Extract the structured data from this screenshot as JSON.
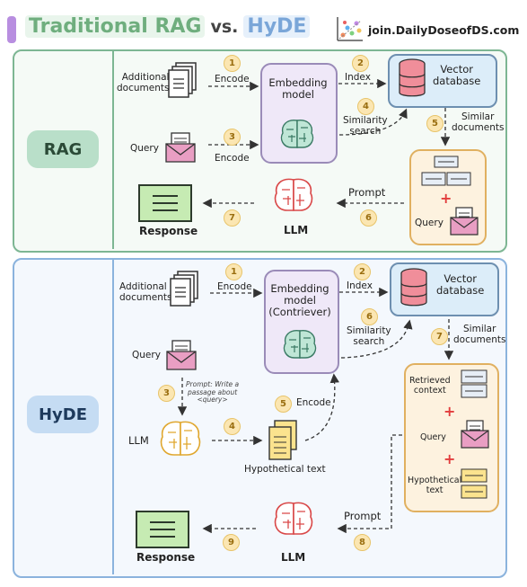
{
  "header": {
    "title_rag": "Traditional RAG",
    "title_vs": "vs.",
    "title_hyde": "HyDE",
    "brand": "join.DailyDoseofDS.com"
  },
  "rag": {
    "badge": "RAG",
    "additional_docs": "Additional\ndocuments",
    "query": "Query",
    "encode1": "Encode",
    "encode3": "Encode",
    "index": "Index",
    "embedding": "Embedding\nmodel",
    "vector": "Vector\ndatabase",
    "similarity": "Similarity\nsearch",
    "similar_docs": "Similar\ndocuments",
    "prompt": "Prompt",
    "llm": "LLM",
    "response": "Response",
    "ctx_query": "Query",
    "steps": [
      "1",
      "2",
      "3",
      "4",
      "5",
      "6",
      "7"
    ]
  },
  "hyde": {
    "badge": "HyDE",
    "additional_docs": "Additional\ndocuments",
    "query": "Query",
    "encode1": "Encode",
    "index": "Index",
    "embedding": "Embedding\nmodel\n(Contriever)",
    "vector": "Vector\ndatabase",
    "similarity": "Similarity\nsearch",
    "similar_docs": "Similar\ndocuments",
    "prompt_note": "Prompt: Write a\npassage about\n<query>",
    "llm_left": "LLM",
    "encode5": "Encode",
    "hypothetical_text": "Hypothetical text",
    "retrieved_context": "Retrieved\ncontext",
    "ctx_query": "Query",
    "hypothetical_text_ctx": "Hypothetical\ntext",
    "prompt": "Prompt",
    "llm": "LLM",
    "response": "Response",
    "steps": [
      "1",
      "2",
      "3",
      "4",
      "5",
      "6",
      "7",
      "8",
      "9"
    ]
  }
}
